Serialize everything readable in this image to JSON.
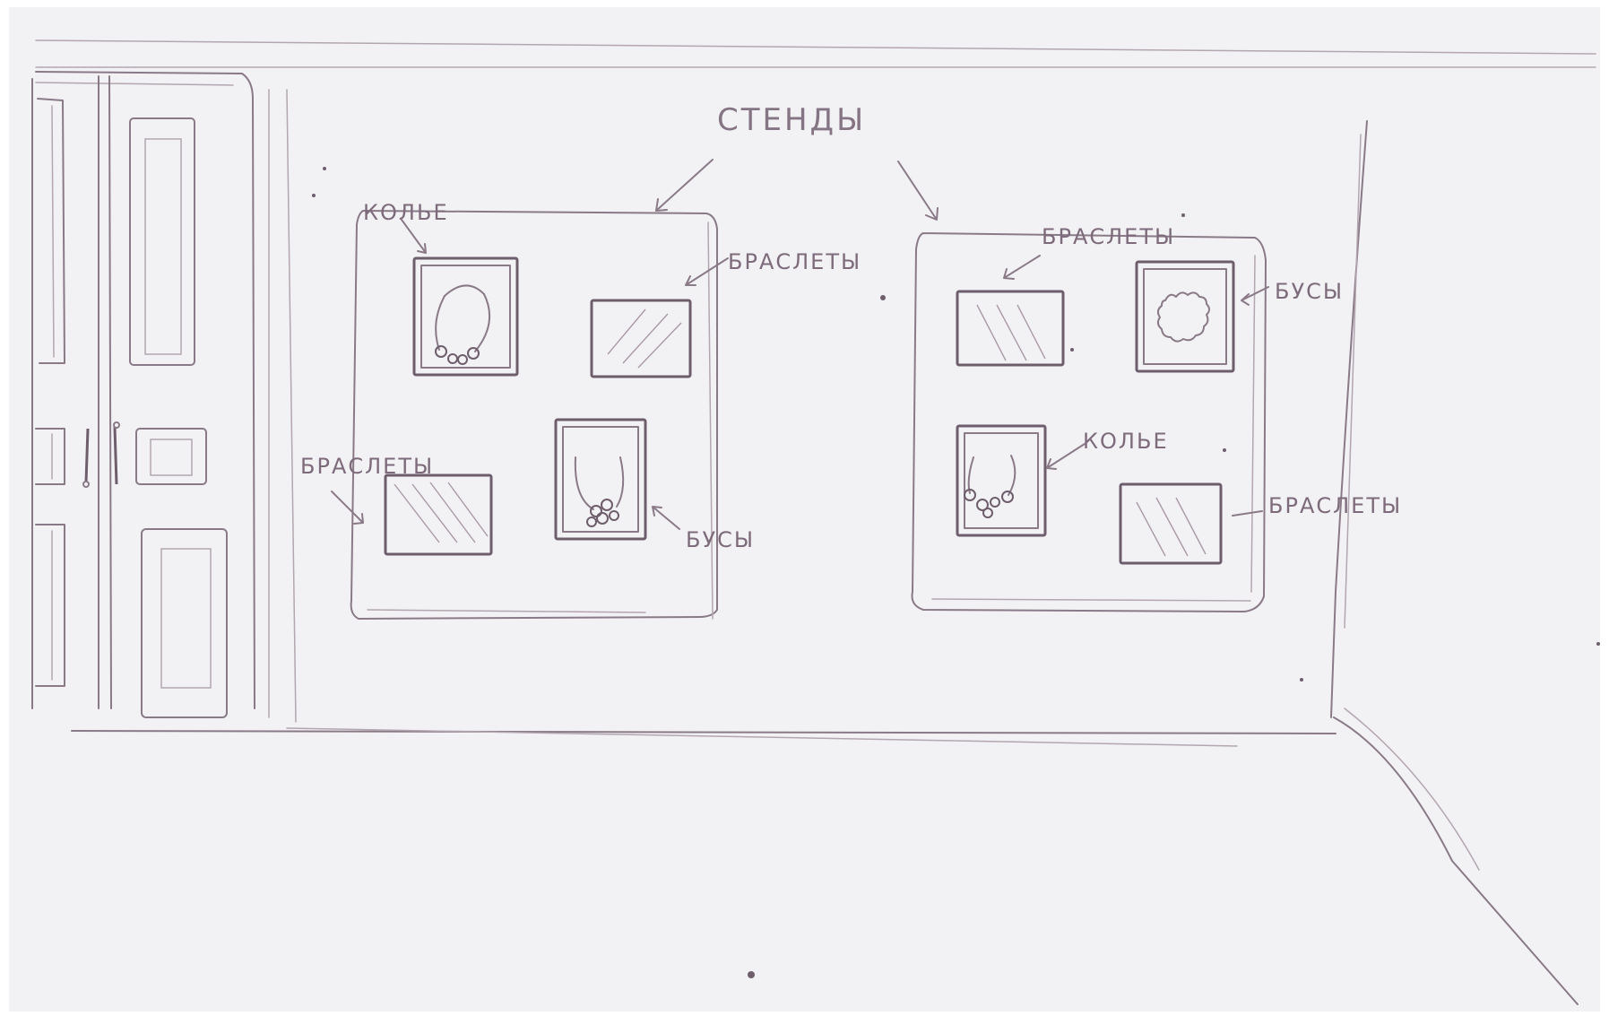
{
  "labels": {
    "stands": "СТЕНДЫ",
    "left_necklace": "КОЛЬЕ",
    "left_bracelets_top": "БРАСЛЕТЫ",
    "left_bracelets_bottom": "БРАСЛЕТЫ",
    "left_beads": "БУСЫ",
    "right_bracelets_top": "БРАСЛЕТЫ",
    "right_beads": "БУСЫ",
    "right_necklace": "КОЛЬЕ",
    "right_bracelets_bottom": "БРАСЛЕТЫ"
  },
  "colors": {
    "paper": "#f2f2f5",
    "pencil": "#8a7a88",
    "label": "#7d6b7b"
  }
}
